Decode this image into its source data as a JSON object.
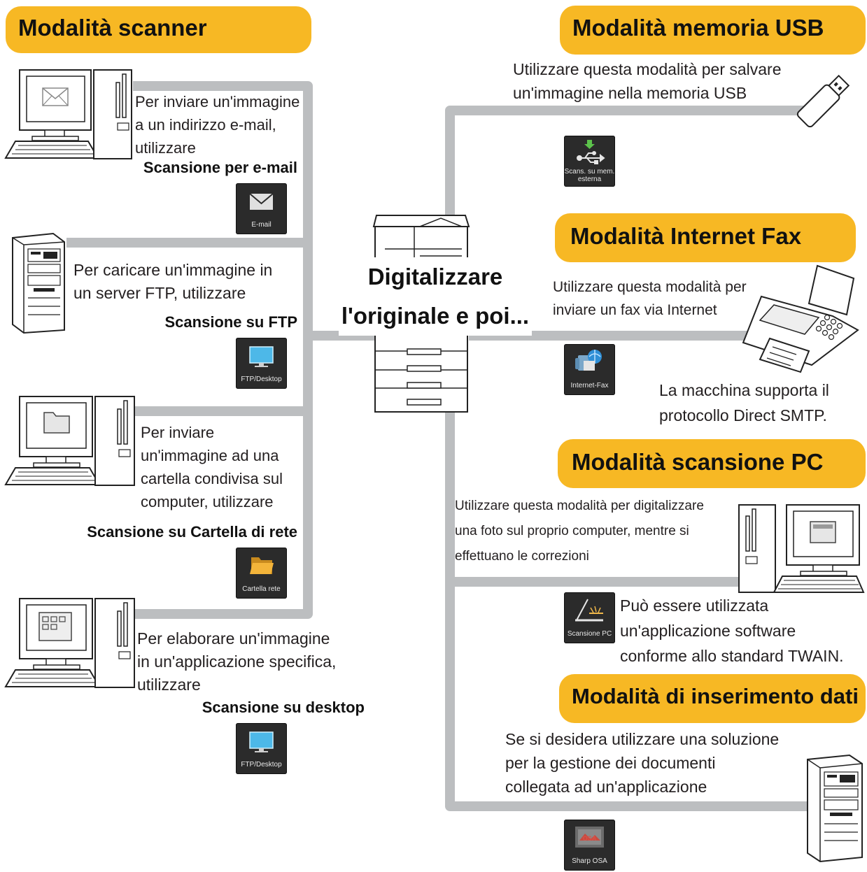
{
  "center_caption": [
    "Digitalizzare",
    "l'originale e poi..."
  ],
  "left": {
    "header": "Modalità scanner",
    "email": {
      "desc": [
        "Per inviare un'immagine",
        "a un indirizzo e-mail,",
        "utilizzare"
      ],
      "action": "Scansione per e-mail",
      "button": "E-mail",
      "icon": "envelope-icon"
    },
    "ftp": {
      "desc": [
        "Per caricare un'immagine in",
        "un server FTP, utilizzare"
      ],
      "action": "Scansione su FTP",
      "button": "FTP/Desktop",
      "icon": "monitor-icon"
    },
    "folder": {
      "desc": [
        "Per inviare",
        "un'immagine ad una",
        "cartella condivisa sul",
        "computer, utilizzare"
      ],
      "action": "Scansione su Cartella di rete",
      "button": "Cartella rete",
      "icon": "folder-icon"
    },
    "desktop": {
      "desc": [
        "Per elaborare un'immagine",
        "in un'applicazione specifica,",
        "utilizzare"
      ],
      "action": "Scansione su desktop",
      "button": "FTP/Desktop",
      "icon": "monitor-icon"
    }
  },
  "right": {
    "usb": {
      "header": "Modalità memoria USB",
      "desc": [
        "Utilizzare questa modalità per salvare",
        "un'immagine nella memoria USB"
      ],
      "button": [
        "Scans. su mem.",
        "esterna"
      ],
      "icon": "usb-icon"
    },
    "ifax": {
      "header": "Modalità Internet Fax",
      "desc": [
        "Utilizzare questa modalità per",
        "inviare un fax via Internet"
      ],
      "note": [
        "La macchina supporta il",
        "protocollo Direct SMTP."
      ],
      "button": "Internet-Fax",
      "icon": "internet-fax-icon"
    },
    "pcscan": {
      "header": "Modalità scansione PC",
      "desc": [
        "Utilizzare questa modalità per digitalizzare",
        "una foto sul proprio computer, mentre si",
        "effettuano le correzioni"
      ],
      "note": [
        "Può essere utilizzata",
        "un'applicazione software",
        "conforme allo standard TWAIN."
      ],
      "button": "Scansione PC",
      "icon": "scanner-icon"
    },
    "data": {
      "header": "Modalità di inserimento dati",
      "desc": [
        "Se si desidera utilizzare una soluzione",
        "per la gestione dei documenti",
        "collegata ad un'applicazione"
      ],
      "button": "Sharp OSA",
      "icon": "osa-icon"
    }
  },
  "colors": {
    "accent": "#f7b824",
    "line": "#bcbec0",
    "button_bg": "#2b2b2b"
  }
}
